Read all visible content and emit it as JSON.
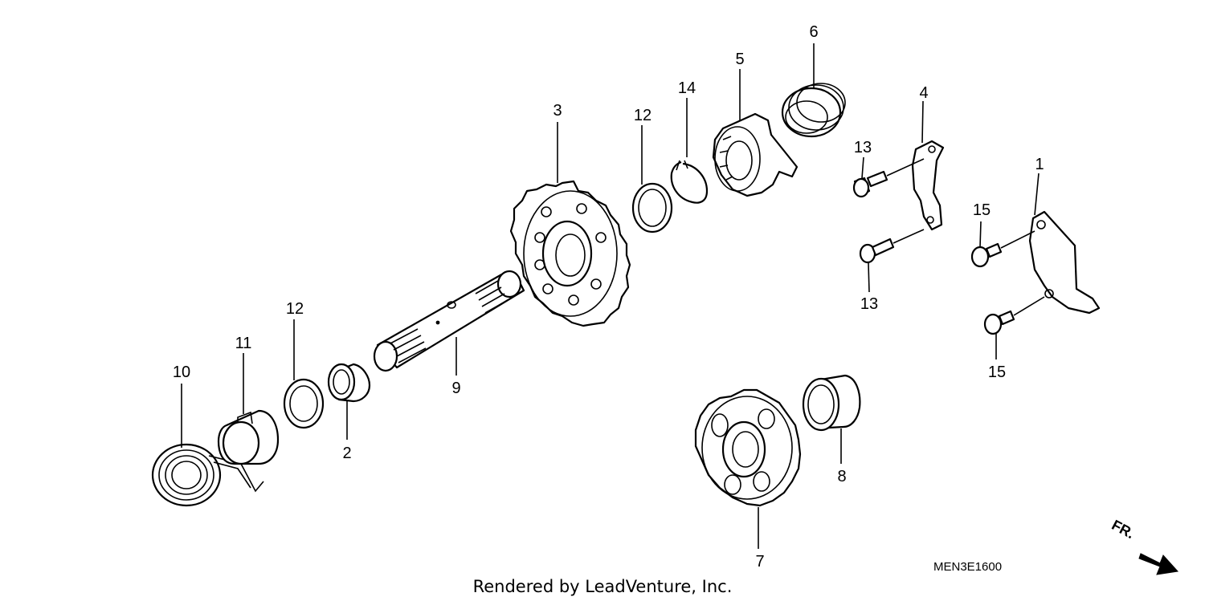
{
  "callouts": {
    "c1": "1",
    "c2": "2",
    "c3": "3",
    "c4": "4",
    "c5": "5",
    "c6": "6",
    "c7": "7",
    "c8": "8",
    "c9": "9",
    "c10": "10",
    "c11": "11",
    "c12a": "12",
    "c12b": "12",
    "c13a": "13",
    "c13b": "13",
    "c14": "14",
    "c15a": "15",
    "c15b": "15"
  },
  "diagram_code": "MEN3E1600",
  "direction_label": "FR.",
  "credit": "Rendered by LeadVenture, Inc."
}
